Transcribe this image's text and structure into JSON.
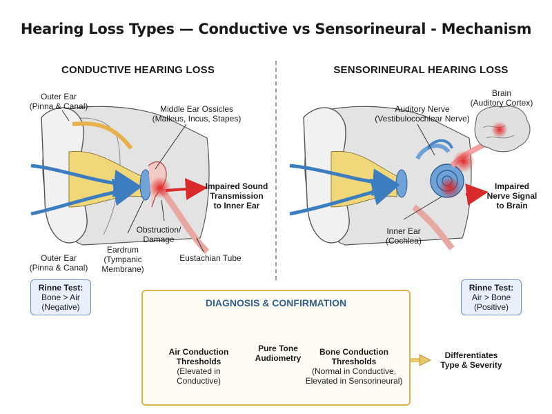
{
  "title": "Hearing Loss Types — Conductive vs Sensorineural - Mechanism",
  "conductive": {
    "heading": "CONDUCTIVE HEARING LOSS",
    "outer_ear_top": {
      "name": "Outer Ear",
      "sub": "(Pinna & Canal)"
    },
    "ossicles": {
      "name": "Middle Ear Ossicles",
      "sub": "(Malleus, Incus, Stapes)"
    },
    "impaired": {
      "l1": "Impaired Sound",
      "l2": "Transmission",
      "l3": "to Inner Ear"
    },
    "obstruction": {
      "l1": "Obstruction/",
      "l2": "Damage"
    },
    "eardrum": {
      "l1": "Eardrum",
      "l2": "(Tympanic",
      "l3": "Membrane)"
    },
    "eustachian": "Eustachian Tube",
    "outer_ear_bottom": {
      "name": "Outer Ear",
      "sub": "(Pinna & Canal)"
    },
    "rinne": {
      "title": "Rinne Test:",
      "l1": "Bone > Air",
      "l2": "(Negative)"
    }
  },
  "sensorineural": {
    "heading": "SENSORINEURAL HEARING LOSS",
    "brain": {
      "name": "Brain",
      "sub": "(Auditory Cortex)"
    },
    "nerve": {
      "name": "Auditory Nerve",
      "sub": "(Vestibulocochlear Nerve)"
    },
    "impaired": {
      "l1": "Impaired",
      "l2": "Nerve Signal",
      "l3": "to Brain"
    },
    "inner_ear": {
      "name": "Inner Ear",
      "sub": "(Cochlea)"
    },
    "rinne": {
      "title": "Rinne Test:",
      "l1": "Air > Bone",
      "l2": "(Positive)"
    }
  },
  "diagnosis": {
    "title": "DIAGNOSIS & CONFIRMATION",
    "pta": {
      "l1": "Pure Tone",
      "l2": "Audiometry"
    },
    "air": {
      "l1": "Air Conduction",
      "l2": "Thresholds",
      "l3": "(Elevated in",
      "l4": "Conductive)"
    },
    "bone": {
      "l1": "Bone Conduction",
      "l2": "Thresholds",
      "l3": "(Normal in Conductive,",
      "l4": "Elevated in Sensorineural)"
    },
    "outcome": {
      "l1": "Differentiates",
      "l2": "Type & Severity"
    }
  },
  "colors": {
    "arrow_blue": "#3b7dbf",
    "red": "#d92b2b",
    "canal_yellow": "#f0d77a",
    "tissue_pink": "#f2c9c4",
    "bone_gray": "#d9d9d9",
    "accent_gold": "#d9b44a"
  }
}
